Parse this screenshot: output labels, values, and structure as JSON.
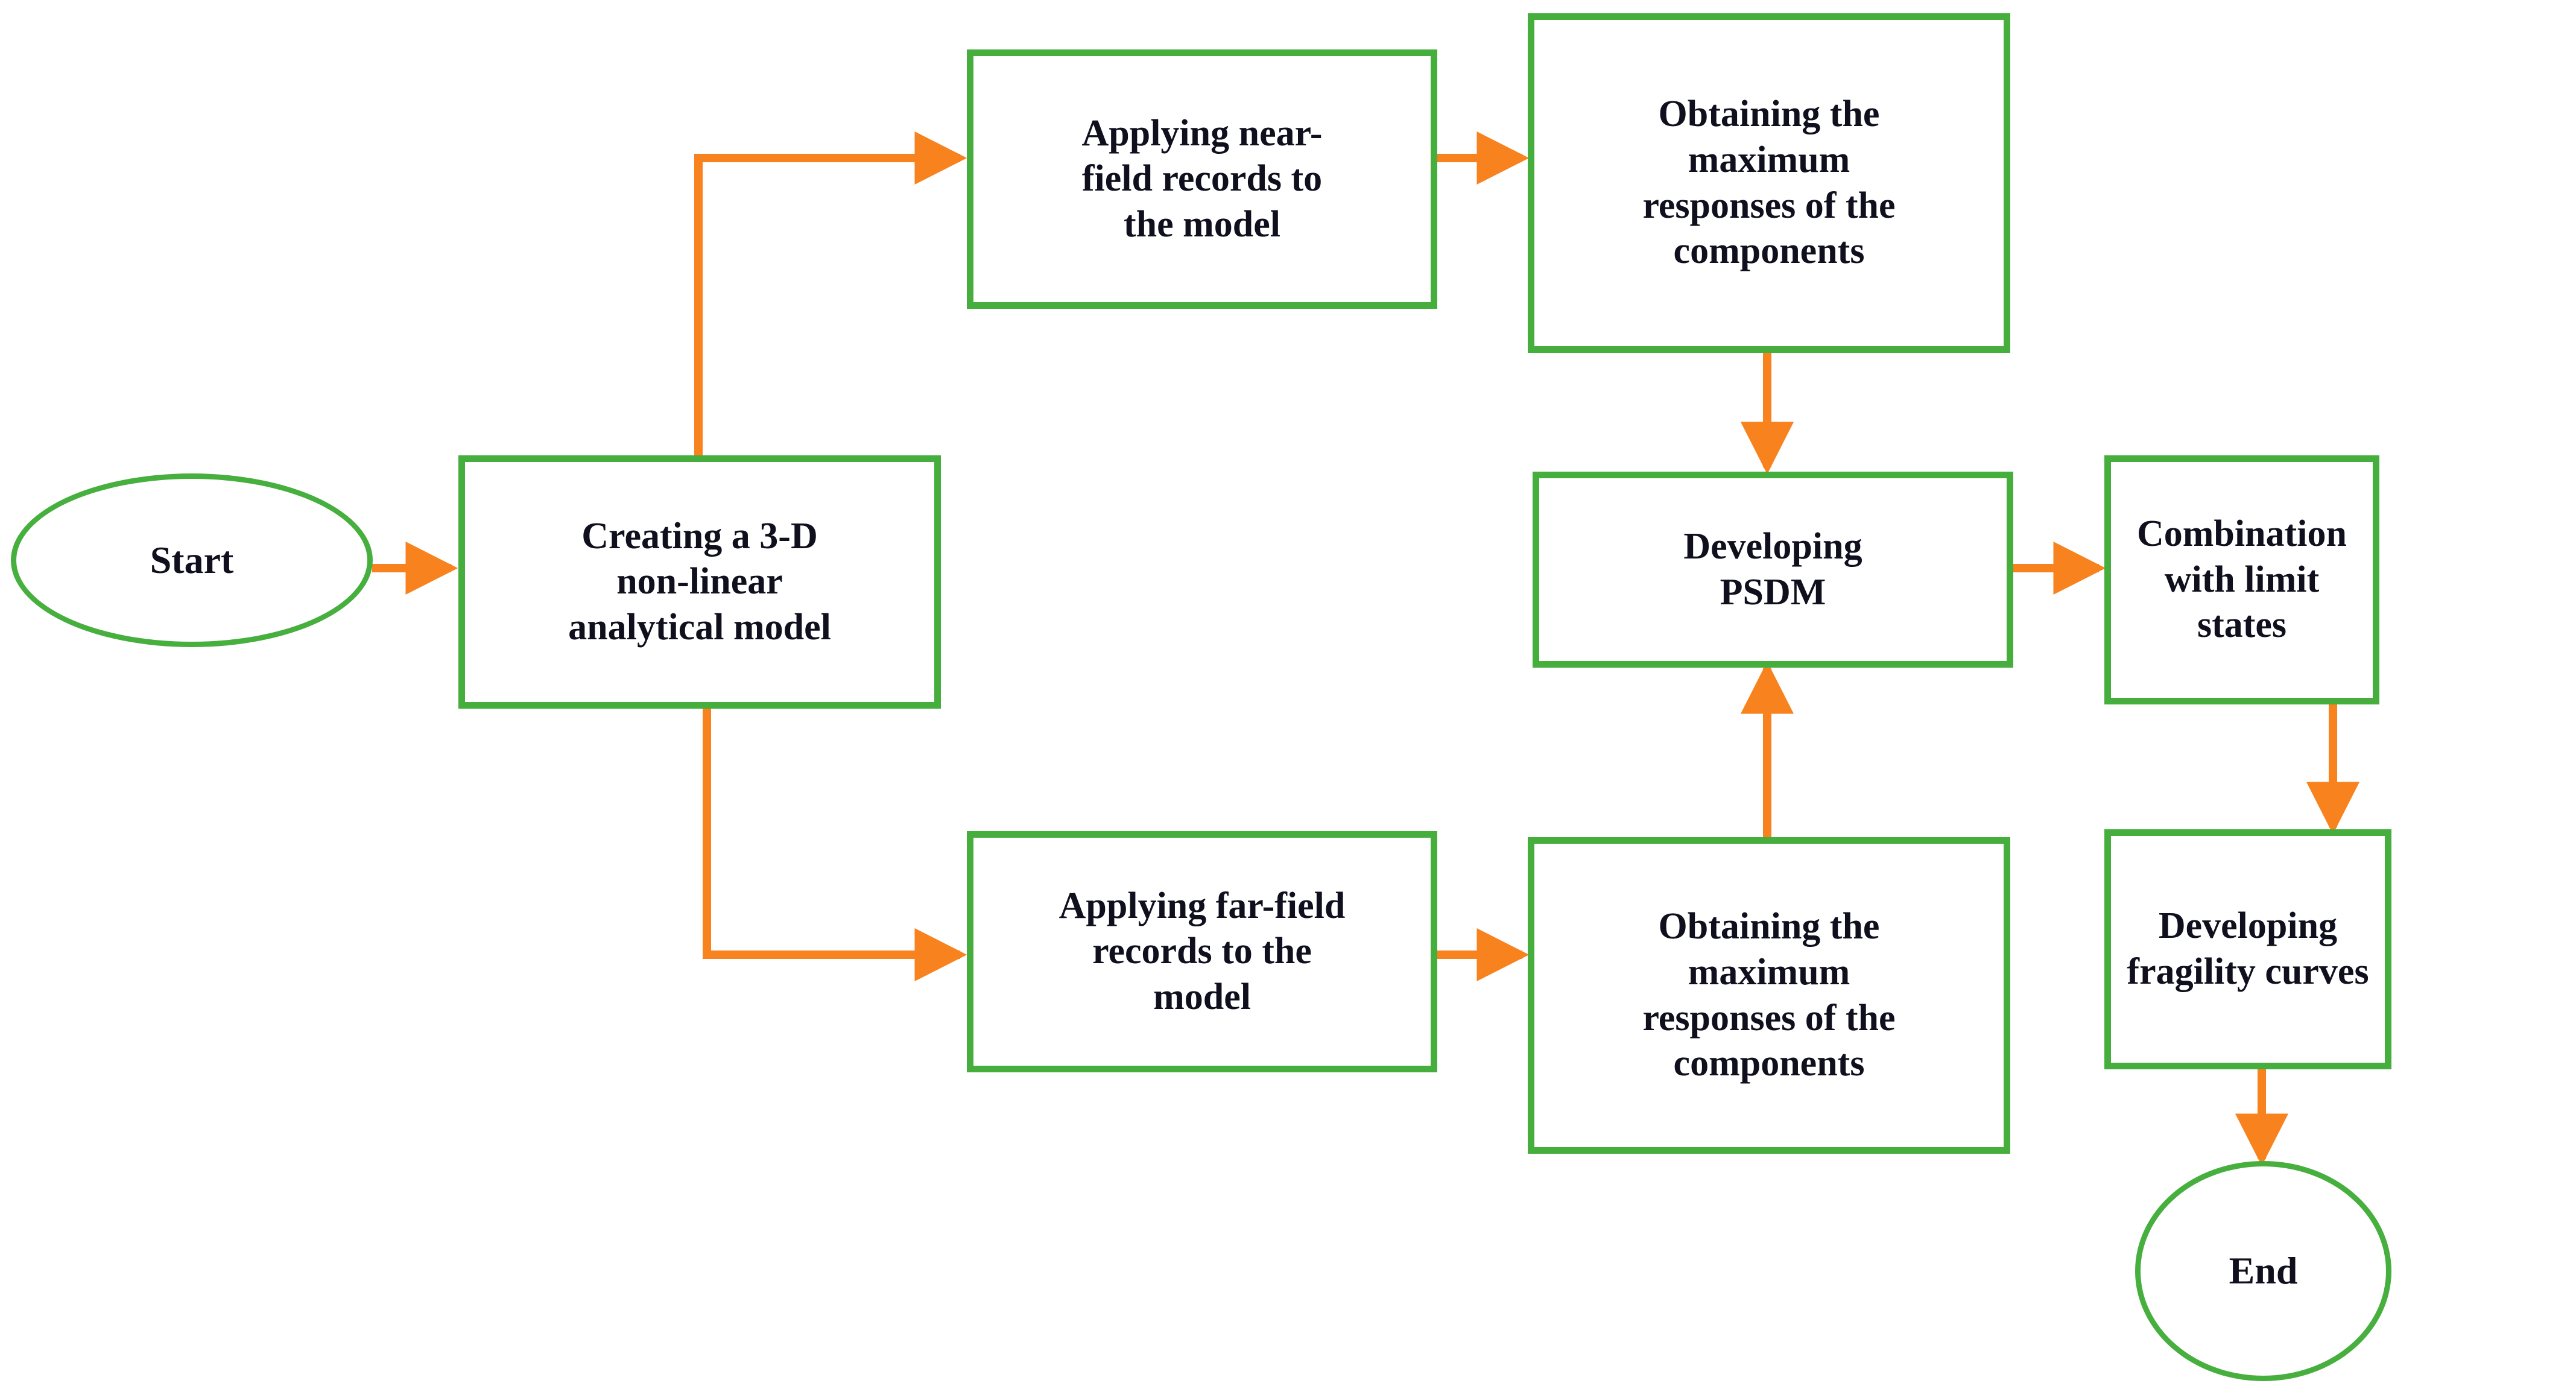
{
  "diagram": {
    "title": "Seismic fragility analysis workflow flowchart",
    "colors": {
      "node_border_green": "#45ae3c",
      "edge_orange": "#f7821e",
      "text": "#0f0f1e",
      "background": "#ffffff"
    },
    "nodes": [
      {
        "id": "start",
        "shape": "ellipse",
        "label": "Start"
      },
      {
        "id": "model",
        "shape": "rectangle",
        "label": "Creating a 3-D\nnon-linear\nanalytical model"
      },
      {
        "id": "near_field",
        "shape": "rectangle",
        "label": "Applying near-\nfield records to\nthe model"
      },
      {
        "id": "far_field",
        "shape": "rectangle",
        "label": "Applying far-field\nrecords to the\nmodel"
      },
      {
        "id": "max_resp_top",
        "shape": "rectangle",
        "label": "Obtaining the\nmaximum\nresponses of the\ncomponents"
      },
      {
        "id": "max_resp_bot",
        "shape": "rectangle",
        "label": "Obtaining the\nmaximum\nresponses of the\ncomponents"
      },
      {
        "id": "psdm",
        "shape": "rectangle",
        "label": "Developing\nPSDM"
      },
      {
        "id": "limit_states",
        "shape": "rectangle",
        "label": "Combination\nwith limit\nstates"
      },
      {
        "id": "fragility",
        "shape": "rectangle",
        "label": "Developing\nfragility curves"
      },
      {
        "id": "end",
        "shape": "ellipse",
        "label": "End"
      }
    ],
    "edges": [
      {
        "from": "start",
        "to": "model",
        "style": "straight-right"
      },
      {
        "from": "model",
        "to": "near_field",
        "style": "elbow-up-right"
      },
      {
        "from": "model",
        "to": "far_field",
        "style": "elbow-down-right"
      },
      {
        "from": "near_field",
        "to": "max_resp_top",
        "style": "straight-right"
      },
      {
        "from": "far_field",
        "to": "max_resp_bot",
        "style": "straight-right"
      },
      {
        "from": "max_resp_top",
        "to": "psdm",
        "style": "straight-down"
      },
      {
        "from": "max_resp_bot",
        "to": "psdm",
        "style": "straight-up"
      },
      {
        "from": "psdm",
        "to": "limit_states",
        "style": "straight-right"
      },
      {
        "from": "limit_states",
        "to": "fragility",
        "style": "straight-down"
      },
      {
        "from": "fragility",
        "to": "end",
        "style": "straight-down"
      }
    ]
  }
}
